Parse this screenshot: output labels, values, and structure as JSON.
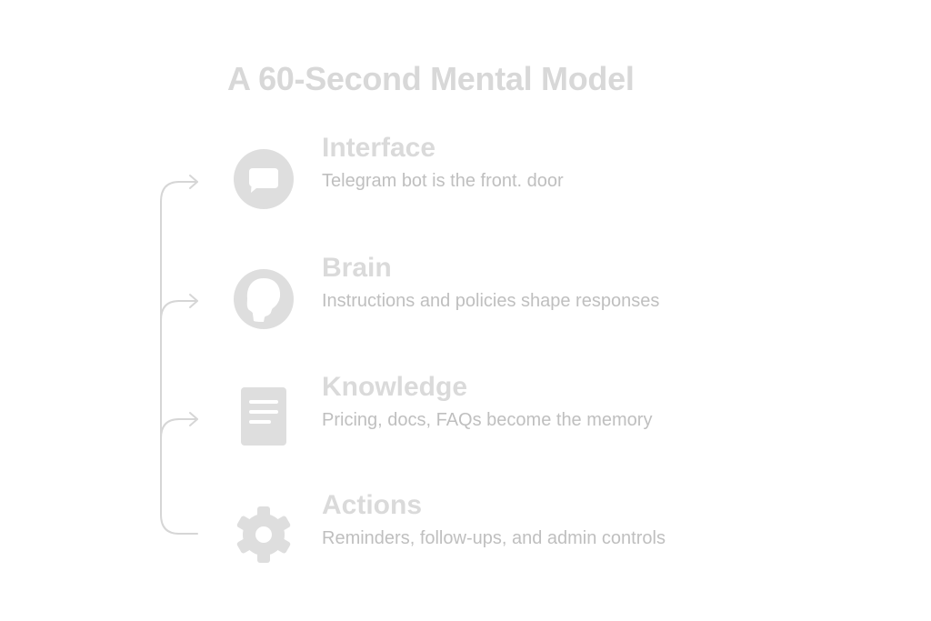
{
  "title": "A 60-Second Mental Model",
  "colors": {
    "title": "#d8d8d8",
    "heading": "#dadada",
    "subtitle": "#bfbfbf",
    "icon": "#dedede",
    "connector": "#d6d6d6"
  },
  "items": [
    {
      "icon": "chat-bubble-icon",
      "heading": "Interface",
      "subtitle": "Telegram bot is the front. door"
    },
    {
      "icon": "head-profile-icon",
      "heading": "Brain",
      "subtitle": "Instructions and policies shape responses"
    },
    {
      "icon": "document-icon",
      "heading": "Knowledge",
      "subtitle": "Pricing, docs, FAQs become the memory"
    },
    {
      "icon": "gear-icon",
      "heading": "Actions",
      "subtitle": "Reminders, follow-ups, and admin controls"
    }
  ]
}
